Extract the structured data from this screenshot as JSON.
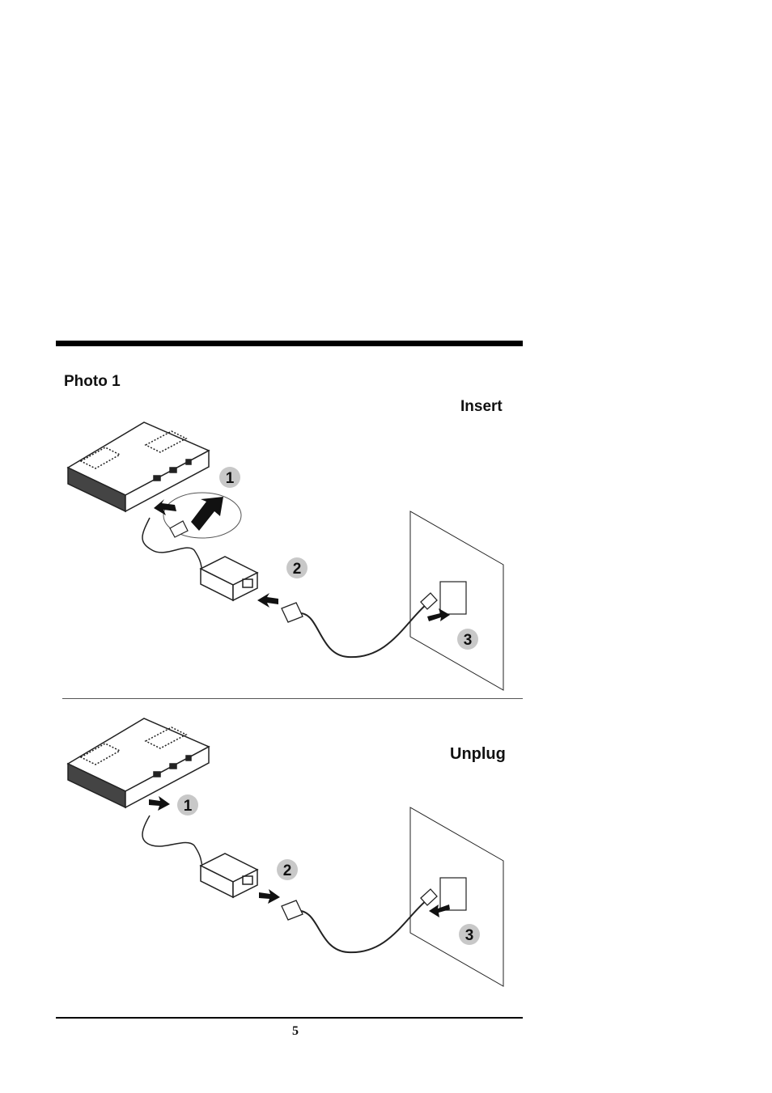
{
  "section_title": "Photo 1",
  "panels": [
    {
      "label": "Insert",
      "steps": [
        "1",
        "2",
        "3"
      ]
    },
    {
      "label": "Unplug",
      "steps": [
        "1",
        "2",
        "3"
      ]
    }
  ],
  "page_number": "5",
  "colors": {
    "rule": "#000000",
    "badge": "#c8c8c8",
    "line": "#222222"
  },
  "icons": [
    "mini-pc-icon",
    "power-adapter-icon",
    "power-plug-icon",
    "wall-outlet-icon",
    "arrow-icon"
  ]
}
